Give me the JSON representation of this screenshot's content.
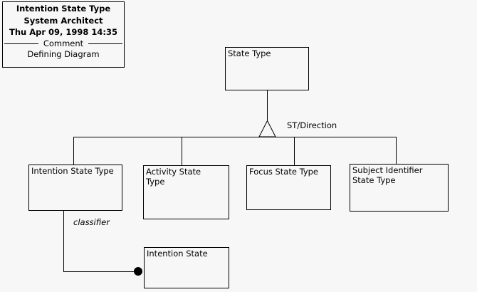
{
  "title_block": {
    "name": "Intention State Type",
    "author": "System Architect",
    "timestamp": "Thu Apr 09, 1998  14:35",
    "separator_label": "Comment",
    "comment": "Defining Diagram"
  },
  "diagram": {
    "supertype": {
      "label": "State Type"
    },
    "generalization": {
      "discriminator_label": "ST/Direction"
    },
    "subtypes": [
      {
        "label": "Intention State Type"
      },
      {
        "label": "Activity State\nType"
      },
      {
        "label": "Focus State Type"
      },
      {
        "label": "Subject Identifier\nState Type"
      }
    ],
    "association": {
      "role_label": "classifier",
      "target": {
        "label": "Intention State"
      }
    }
  },
  "colors": {
    "background": "#f7f7f7",
    "line": "#000000",
    "text": "#000000",
    "node_fill": "#f7f7f7"
  }
}
